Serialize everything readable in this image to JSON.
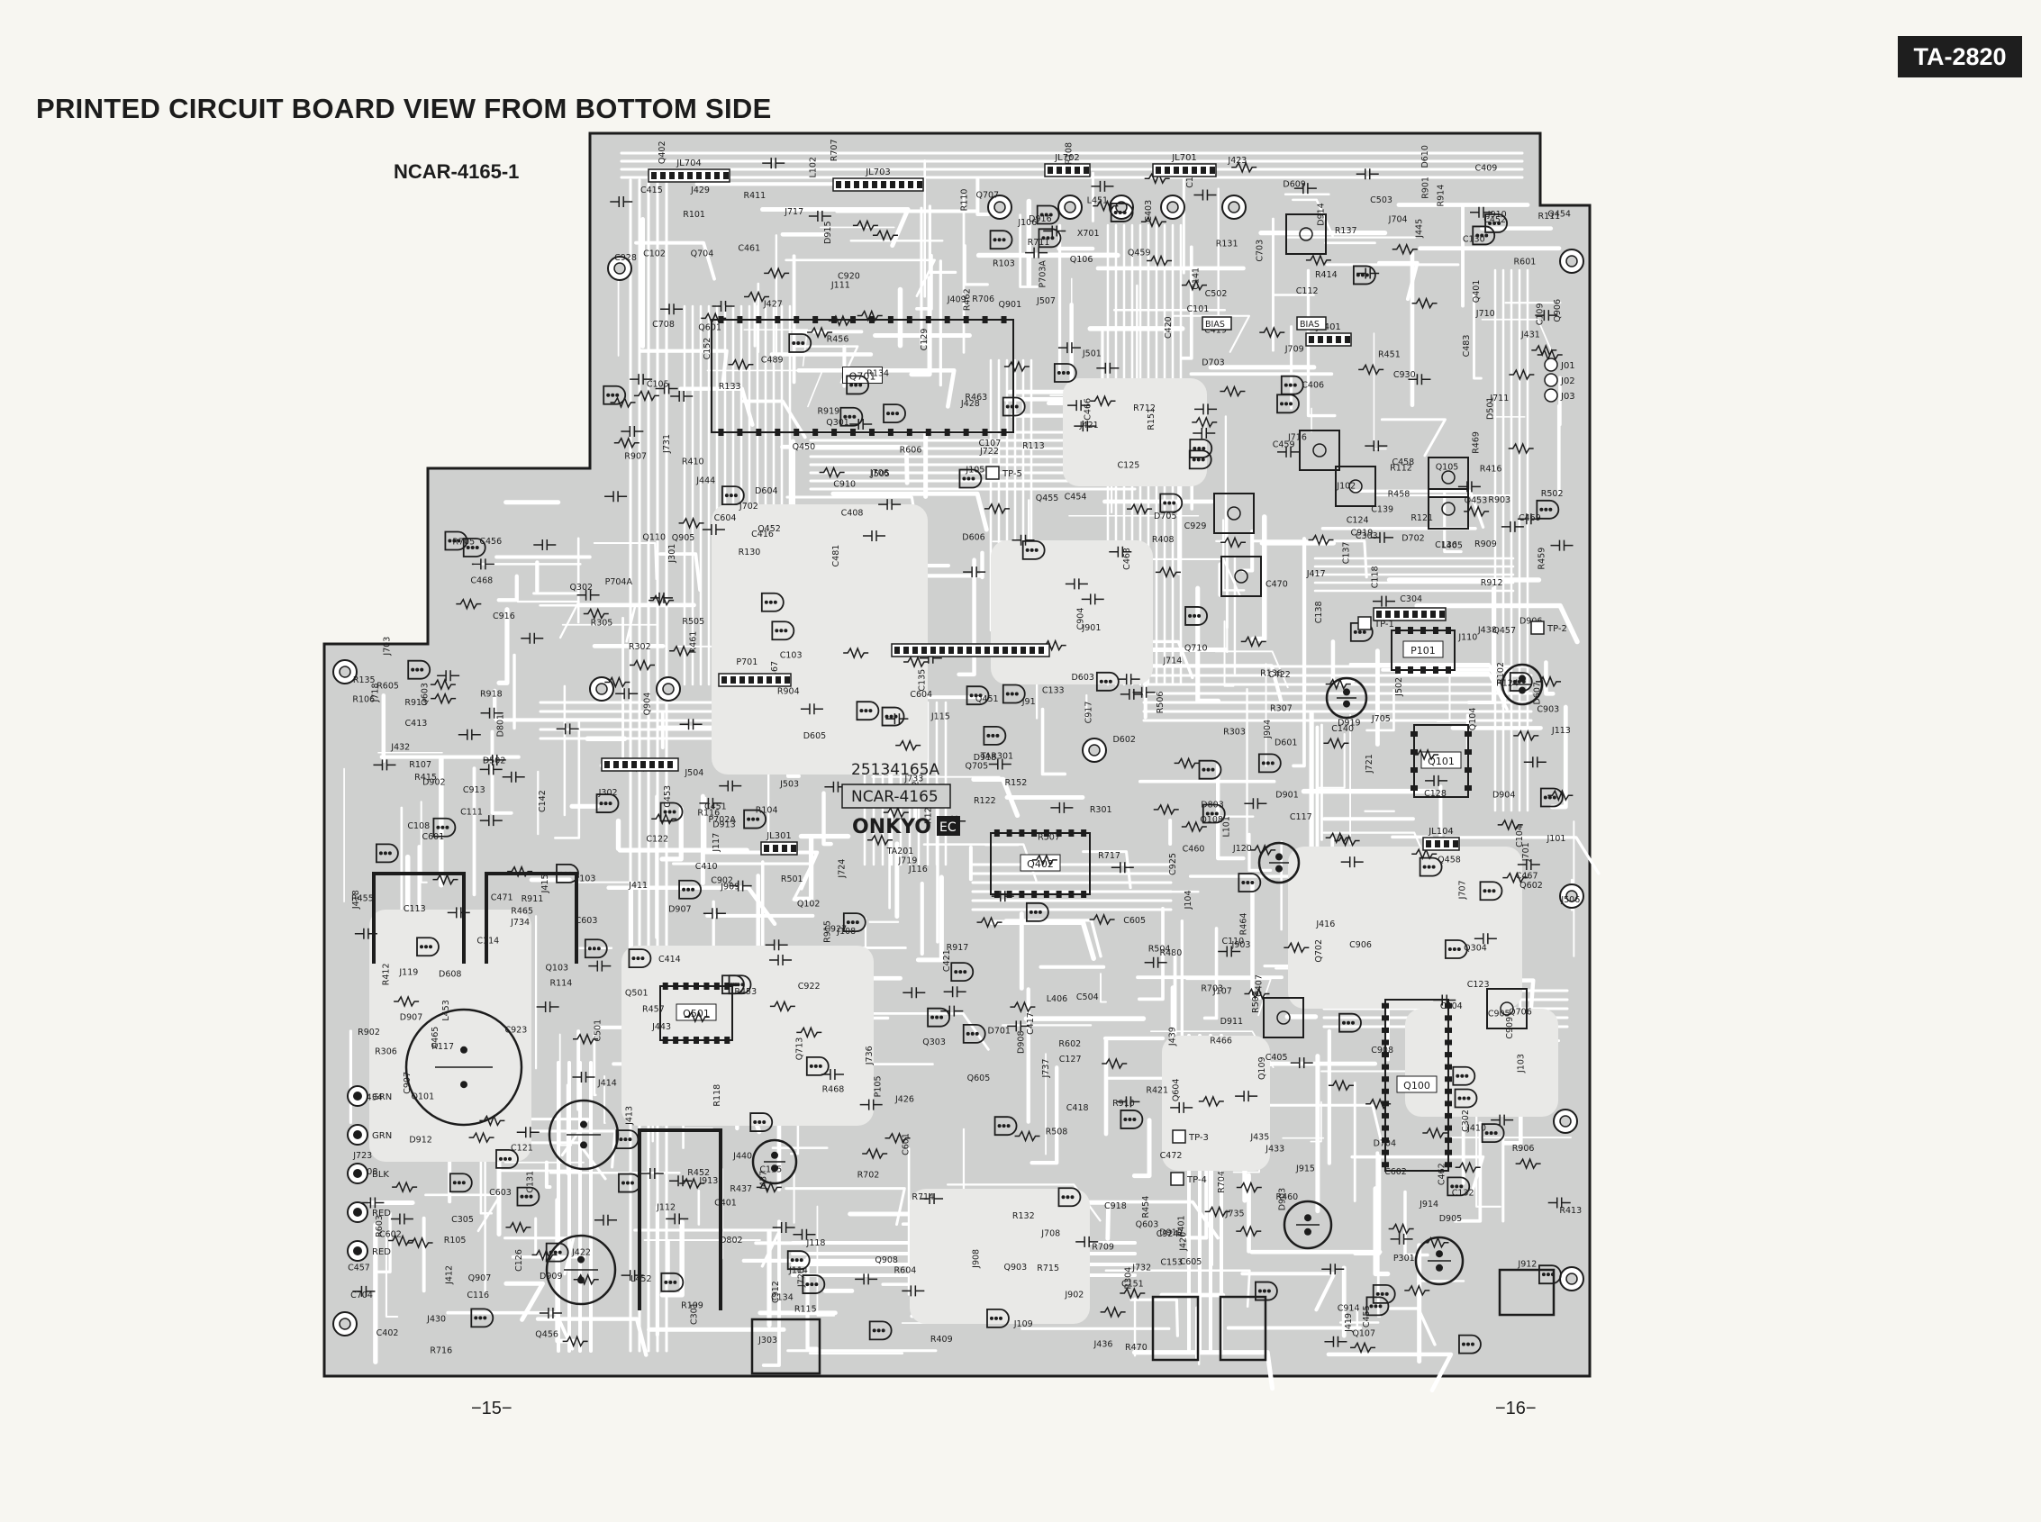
{
  "header": {
    "model_tag": "TA-2820",
    "title": "PRINTED CIRCUIT BOARD VIEW FROM BOTTOM SIDE",
    "board_id": "NCAR-4165-1"
  },
  "board": {
    "silkscreen_part_no": "25134165A",
    "silkscreen_name": "NCAR-4165",
    "brand_logo": "ONKYO",
    "logo_badge": "EC",
    "colors": {
      "board": "#cfd0cf",
      "trace": "#ffffff",
      "ink": "#1c1c1c"
    }
  },
  "connectors": {
    "jl_labels": [
      "JL704",
      "JL703",
      "JL702",
      "JL701",
      "JL401",
      "JL301",
      "JL104"
    ],
    "wire_labels": [
      "GRN",
      "GRN",
      "BLK",
      "RED",
      "RED"
    ],
    "jack_labels": [
      "J01",
      "J02",
      "J03"
    ]
  },
  "ics": [
    "Q701",
    "Q402",
    "Q501",
    "Q100",
    "Q101",
    "P101"
  ],
  "test_points": [
    "TP-5",
    "TP-3",
    "TP-4",
    "TP-1",
    "TP-2"
  ],
  "bias_labels": [
    "BIAS",
    "BIAS"
  ],
  "component_labels": [
    "J737",
    "J736",
    "J735",
    "J734",
    "J733",
    "J732",
    "J731",
    "R702",
    "Q710",
    "D704",
    "D705",
    "R717",
    "R716",
    "J724",
    "J723",
    "J722",
    "J721",
    "J720",
    "Q713",
    "X701",
    "R704",
    "TA201",
    "TAR301",
    "P703A",
    "R715",
    "C708",
    "R714",
    "J711",
    "J710",
    "J709",
    "J708",
    "J714",
    "J716",
    "J717",
    "R703",
    "Q702",
    "Q707",
    "D703",
    "D702",
    "C703",
    "R705",
    "R709",
    "R708",
    "J707",
    "J706",
    "J705",
    "C704",
    "J704",
    "J702",
    "J703",
    "R914",
    "D915",
    "C905",
    "R913",
    "R919",
    "C928",
    "D914",
    "R912",
    "C927",
    "Q908",
    "R911",
    "R917",
    "C925",
    "D912",
    "C924",
    "D913",
    "J718",
    "J719",
    "C922",
    "C923",
    "R909",
    "R910",
    "Q906",
    "R918",
    "C918",
    "Q907",
    "J915",
    "R907",
    "D911",
    "D910",
    "C919",
    "C920",
    "R906",
    "C917",
    "J914",
    "C914",
    "J913",
    "P704A",
    "J701",
    "Q704",
    "Q705",
    "R707",
    "Q706",
    "R706",
    "D701",
    "P702A",
    "Q905",
    "Q904",
    "R904",
    "C903",
    "C913",
    "C902",
    "D907",
    "R915",
    "R903",
    "C912",
    "C916",
    "C930",
    "D919",
    "Q903",
    "D902",
    "D901",
    "J912",
    "J91",
    "J910",
    "D908",
    "J909",
    "D906",
    "D905",
    "J908",
    "D903",
    "R902",
    "C904",
    "D904",
    "R901",
    "D907",
    "D909",
    "C907",
    "C906",
    "C908",
    "D918",
    "D916",
    "C929",
    "Q901",
    "C910",
    "C909",
    "J901",
    "J902",
    "J903",
    "J904",
    "P701",
    "R503",
    "R504",
    "R505",
    "R506",
    "R507",
    "R508",
    "R502",
    "C502",
    "C504",
    "Q501",
    "J505",
    "J506",
    "J507",
    "R501",
    "C501",
    "C503",
    "D501",
    "D502",
    "J503",
    "J504",
    "J502",
    "J501",
    "R421",
    "C413",
    "R411",
    "R413",
    "R412",
    "C401",
    "C402",
    "C403",
    "C404",
    "Q401",
    "Q402",
    "C405",
    "C406",
    "C407",
    "C408",
    "C409",
    "C410",
    "R437",
    "R416",
    "R408",
    "R414",
    "R415",
    "R410",
    "R409",
    "C414",
    "C415",
    "C416",
    "C417",
    "C418",
    "C419",
    "C420",
    "C421",
    "C422",
    "J429",
    "J430",
    "J431",
    "J432",
    "J433",
    "J434",
    "J435",
    "J436",
    "J437",
    "J438",
    "J439",
    "J440",
    "J426",
    "J427",
    "J428",
    "D609",
    "D610",
    "R711",
    "R712",
    "C601",
    "C602",
    "C603",
    "C604",
    "C605",
    "L405",
    "L406",
    "C465",
    "C466",
    "Q458",
    "Q459",
    "R465",
    "R463",
    "R464",
    "C467",
    "C483",
    "L451",
    "L452",
    "C459",
    "C460",
    "C461",
    "C462",
    "C463",
    "C472",
    "C481",
    "J416",
    "J415",
    "J417",
    "J418",
    "J419",
    "J420",
    "J421",
    "J422",
    "J423",
    "L453",
    "Q450",
    "Q451",
    "Q452",
    "Q453",
    "Q454",
    "Q455",
    "Q456",
    "Q457",
    "R451",
    "R452",
    "R453",
    "R454",
    "R455",
    "R456",
    "R457",
    "R458",
    "R459",
    "R460",
    "R461",
    "R462",
    "R466",
    "R467",
    "R468",
    "R469",
    "R470",
    "R480",
    "C451",
    "C452",
    "C453",
    "C454",
    "C455",
    "C456",
    "C457",
    "C458",
    "C468",
    "C469",
    "C470",
    "C471",
    "C489",
    "P401",
    "J414",
    "Q603",
    "D604",
    "D605",
    "D606",
    "D607",
    "D608",
    "J410",
    "J411",
    "J412",
    "J413",
    "J409",
    "D601",
    "D602",
    "D603",
    "R101",
    "R102",
    "R103",
    "R104",
    "R105",
    "R106",
    "R107",
    "R108",
    "R109",
    "R110",
    "R111",
    "R112",
    "R113",
    "R114",
    "R115",
    "R116",
    "R117",
    "R118",
    "C101",
    "C102",
    "C103",
    "C104",
    "C105",
    "C106",
    "C107",
    "C108",
    "C109",
    "C110",
    "C111",
    "C112",
    "C113",
    "C114",
    "C115",
    "C116",
    "C117",
    "C118",
    "Q101",
    "Q102",
    "Q103",
    "Q104",
    "Q105",
    "Q106",
    "Q107",
    "Q108",
    "Q109",
    "Q110",
    "J113",
    "J114",
    "J115",
    "J116",
    "J117",
    "J118",
    "J119",
    "J120",
    "P103",
    "L101",
    "L102",
    "R121",
    "R122",
    "R123",
    "R124",
    "R130",
    "R131",
    "R132",
    "R133",
    "R134",
    "R135",
    "R136",
    "R137",
    "C121",
    "C122",
    "C123",
    "C124",
    "C125",
    "C126",
    "C127",
    "C128",
    "C129",
    "C130",
    "C131",
    "C132",
    "C133",
    "C134",
    "C135",
    "C136",
    "C137",
    "C138",
    "C139",
    "C140",
    "C141",
    "C142",
    "J101",
    "J102",
    "J103",
    "J104",
    "J105",
    "J106",
    "J107",
    "J108",
    "J109",
    "J110",
    "J111",
    "J112",
    "P105",
    "P102",
    "R151",
    "R152",
    "C151",
    "C152",
    "C153",
    "R301",
    "R302",
    "R303",
    "R304",
    "R305",
    "R306",
    "R307",
    "C301",
    "C302",
    "C303",
    "C304",
    "C305",
    "Q301",
    "Q302",
    "Q303",
    "Q304",
    "J301",
    "J302",
    "J303",
    "P301",
    "J443",
    "J444",
    "J445",
    "Q601",
    "Q602",
    "Q603",
    "Q604",
    "Q605",
    "R601",
    "R602",
    "R603",
    "R604",
    "R605",
    "R606",
    "C601",
    "C602",
    "C603",
    "C604",
    "C605",
    "D801",
    "D802",
    "D803"
  ]
}
